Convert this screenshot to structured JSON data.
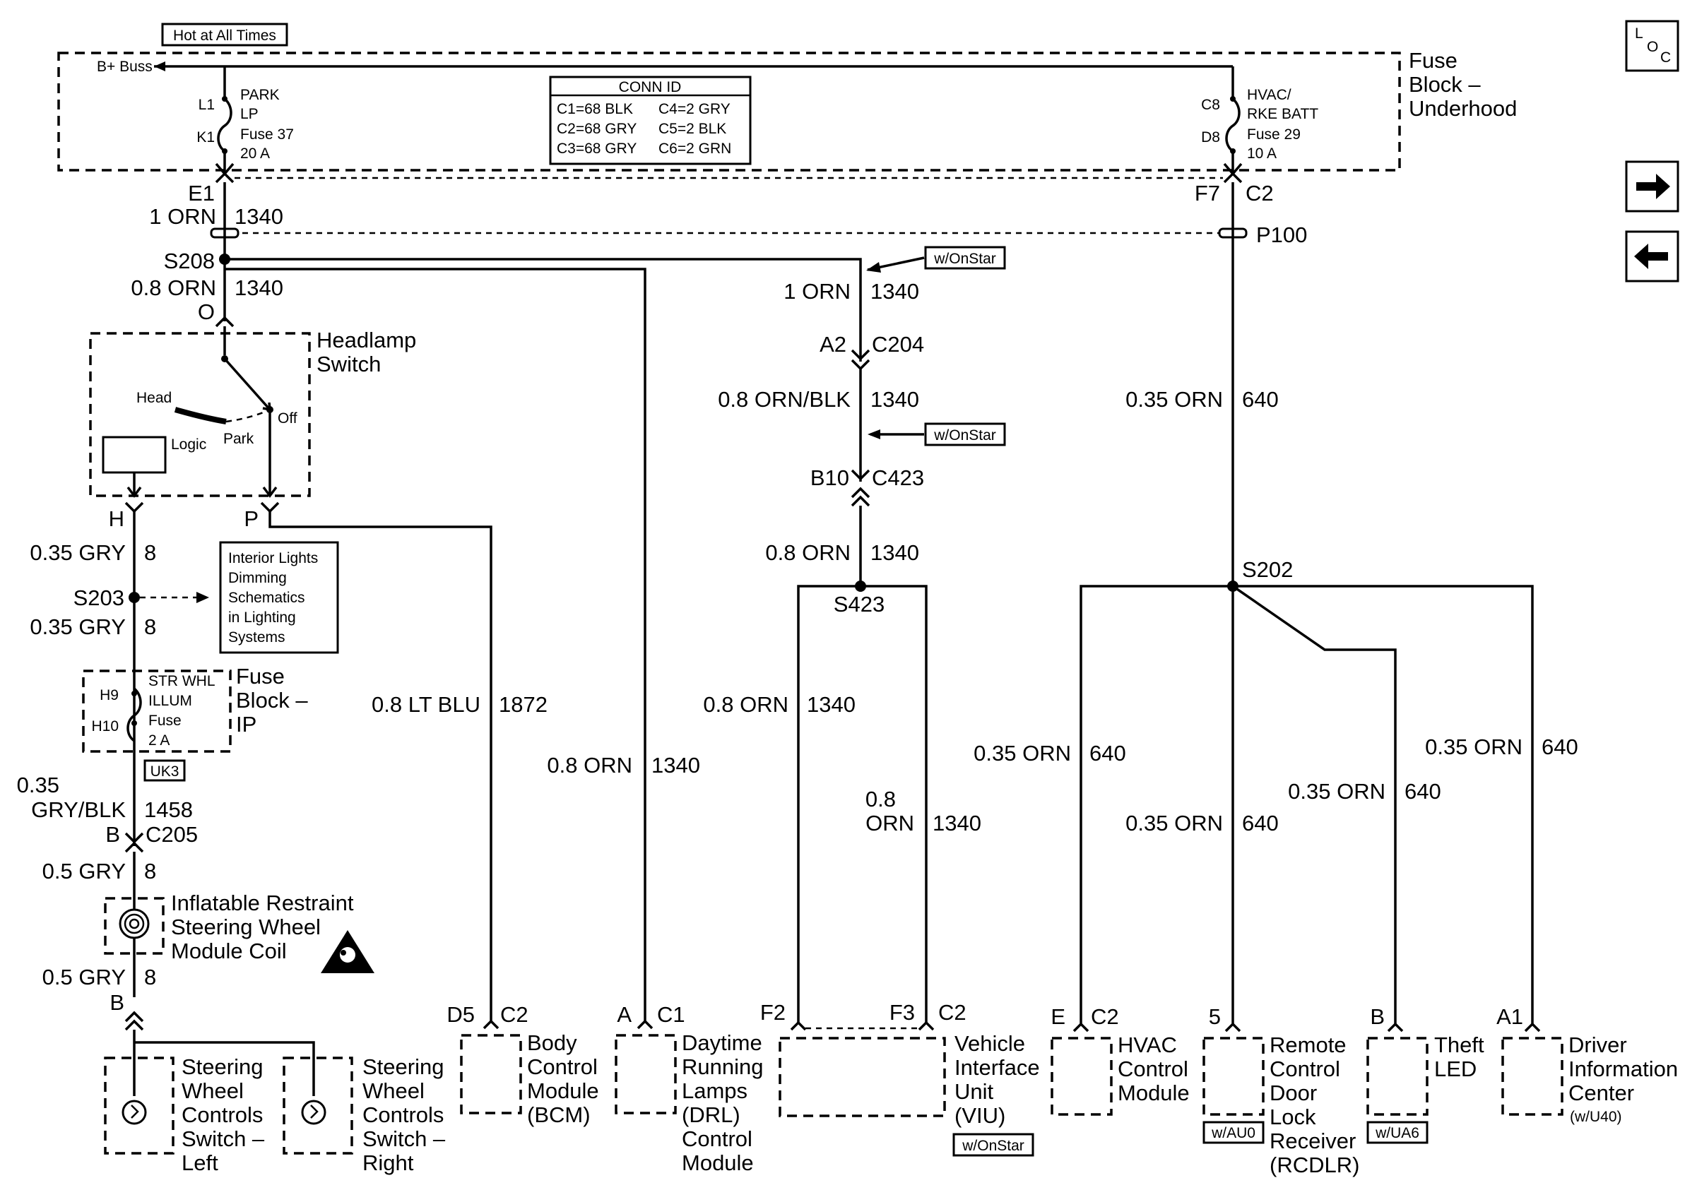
{
  "header": {
    "hot_label": "Hot at All Times",
    "bbuss": "B+ Buss",
    "fuse_block_underhood": [
      "Fuse",
      "Block –",
      "Underhood"
    ],
    "loc_icon": [
      "L",
      "O",
      "C"
    ]
  },
  "conn_id": {
    "title": "CONN ID",
    "rows": [
      [
        "C1=68 BLK",
        "C4=2 GRY"
      ],
      [
        "C2=68 GRY",
        "C5=2 BLK"
      ],
      [
        "C3=68 GRY",
        "C6=2 GRN"
      ]
    ]
  },
  "fuse37": {
    "pin_top": "L1",
    "pin_bot": "K1",
    "lines": [
      "PARK",
      "LP",
      "Fuse 37",
      "20 A"
    ]
  },
  "fuse29": {
    "pin_top": "C8",
    "pin_bot": "D8",
    "lines": [
      "HVAC/",
      "RKE BATT",
      "Fuse 29",
      "10 A"
    ]
  },
  "left_feed": {
    "pin": "E1",
    "wire1": "1 ORN",
    "circ1": "1340",
    "splice": "S208",
    "wire2": "0.8 ORN",
    "circ2": "1340",
    "pin2": "O"
  },
  "right_feed": {
    "pin": "F7",
    "conn": "C2",
    "splice": "P100",
    "wire": "0.35 ORN",
    "circ": "640",
    "splice2": "S202"
  },
  "headlamp": {
    "title": [
      "Headlamp",
      "Switch"
    ],
    "head": "Head",
    "logic": "Logic",
    "park": "Park",
    "off": "Off",
    "pin_h": "H",
    "pin_p": "P"
  },
  "dimming": {
    "wire1": "0.35 GRY",
    "circ1": "8",
    "splice": "S203",
    "wire2": "0.35 GRY",
    "circ2": "8",
    "note": [
      "Interior Lights",
      "Dimming",
      "Schematics",
      "in Lighting",
      "Systems"
    ]
  },
  "fuse_ip": {
    "pin_top": "H9",
    "pin_bot": "H10",
    "lines": [
      "STR WHL",
      "ILLUM",
      "Fuse",
      "2 A"
    ],
    "title": [
      "Fuse",
      "Block –",
      "IP"
    ],
    "option": "UK3"
  },
  "c205": {
    "wire_a": "0.35",
    "wire_b": "GRY/BLK",
    "circ": "1458",
    "pin": "B",
    "conn": "C205"
  },
  "coil": {
    "wire1": "0.5 GRY",
    "circ1": "8",
    "title": [
      "Inflatable Restraint",
      "Steering Wheel",
      "Module Coil"
    ],
    "wire2": "0.5 GRY",
    "circ2": "8",
    "pin": "B"
  },
  "swc_left": [
    "Steering",
    "Wheel",
    "Controls",
    "Switch –",
    "Left"
  ],
  "swc_right": [
    "Steering",
    "Wheel",
    "Controls",
    "Switch –",
    "Right"
  ],
  "bcm": {
    "wire": "0.8 LT BLU",
    "circ": "1872",
    "pin": "D5",
    "conn": "C2",
    "title": [
      "Body",
      "Control",
      "Module",
      "(BCM)"
    ]
  },
  "drl": {
    "wire": "0.8 ORN",
    "circ": "1340",
    "pin": "A",
    "conn": "C1",
    "title": [
      "Daytime",
      "Running",
      "Lamps",
      "(DRL)",
      "Control",
      "Module"
    ]
  },
  "onstar": {
    "tag": "w/OnStar",
    "wire1": "1 ORN",
    "circ1": "1340",
    "pin1": "A2",
    "conn1": "C204",
    "wire2": "0.8 ORN/BLK",
    "circ2": "1340",
    "pin2": "B10",
    "conn2": "C423",
    "wire3": "0.8 ORN",
    "circ3": "1340",
    "splice": "S423",
    "wire4": "0.8 ORN",
    "circ4": "1340",
    "wire5a": "0.8",
    "wire5b": "ORN",
    "circ5": "1340"
  },
  "viu": {
    "pin1": "F2",
    "pin2": "F3",
    "conn": "C2",
    "title": [
      "Vehicle",
      "Interface",
      "Unit",
      "(VIU)"
    ],
    "option": "w/OnStar"
  },
  "hvac": {
    "wire": "0.35 ORN",
    "circ": "640",
    "pin": "E",
    "conn": "C2",
    "title": [
      "HVAC",
      "Control",
      "Module"
    ]
  },
  "rcdlr": {
    "wire": "0.35 ORN",
    "circ": "640",
    "pin": "5",
    "title": [
      "Remote",
      "Control",
      "Door",
      "Lock",
      "Receiver",
      "(RCDLR)"
    ],
    "option": "w/AU0"
  },
  "theft": {
    "wire": "0.35 ORN",
    "circ": "640",
    "pin": "B",
    "title": [
      "Theft",
      "LED"
    ],
    "option": "w/UA6"
  },
  "dic": {
    "wire": "0.35 ORN",
    "circ": "640",
    "pin": "A1",
    "title": [
      "Driver",
      "Information",
      "Center"
    ],
    "option": "(w/U40)"
  }
}
